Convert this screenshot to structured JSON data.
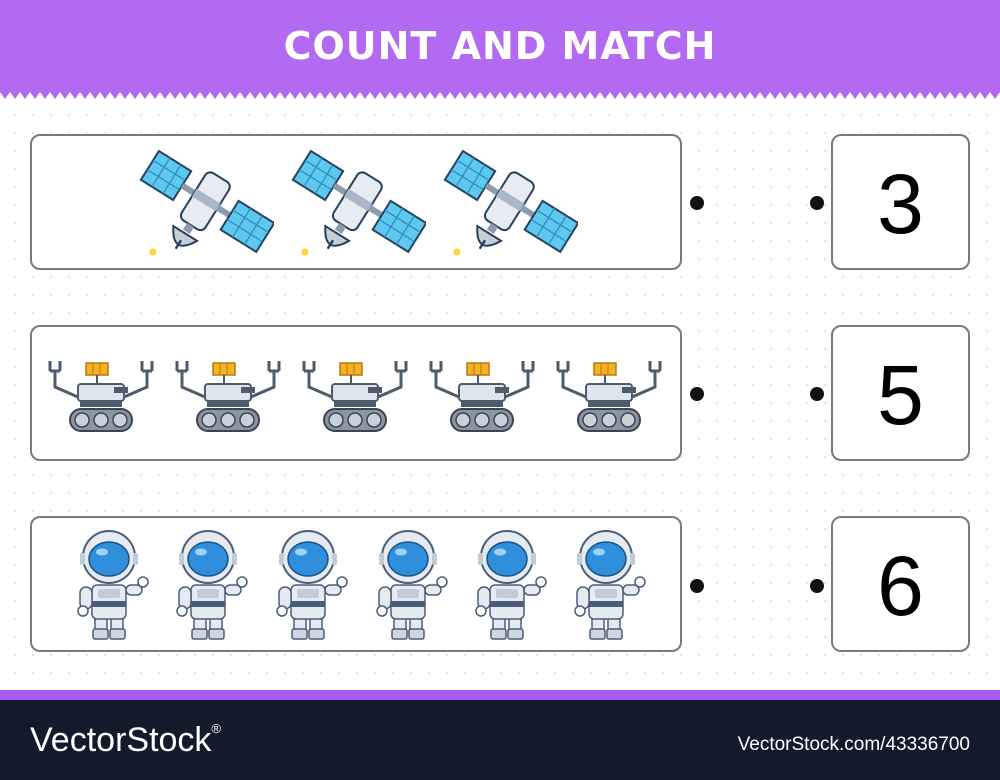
{
  "worksheet": {
    "title": "COUNT AND MATCH",
    "header_color": "#b36af2",
    "rows": [
      {
        "object": "satellite",
        "icon": "satellite-icon",
        "count": 3
      },
      {
        "object": "moon rover",
        "icon": "moon-rover-icon",
        "count": 5
      },
      {
        "object": "astronaut",
        "icon": "astronaut-icon",
        "count": 6
      }
    ],
    "answers": [
      "3",
      "5",
      "6"
    ]
  },
  "footer": {
    "brand": "VectorStock",
    "registered_mark": "®",
    "stock_id": "VectorStock.com/43336700"
  }
}
